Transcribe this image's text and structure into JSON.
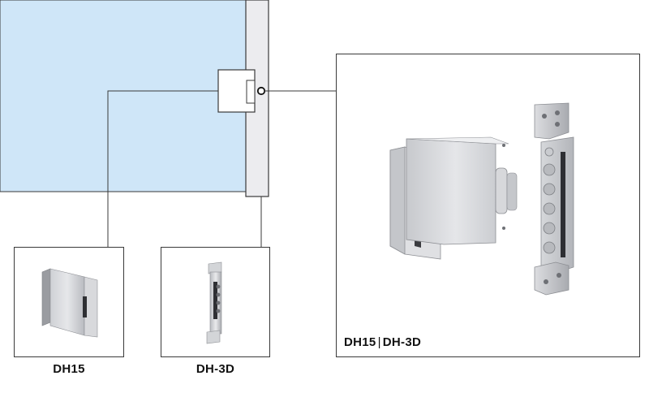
{
  "products": {
    "dh15": {
      "label": "DH15"
    },
    "dh3d": {
      "label": "DH-3D"
    },
    "combined": {
      "label_a": "DH15",
      "separator": "|",
      "label_b": "DH-3D"
    }
  },
  "colors": {
    "glass_fill": "#cfe6f8",
    "frame_fill": "#ececef",
    "outline": "#3a3a3a",
    "metal_light": "#e4e5e8",
    "metal_mid": "#c9cbcf",
    "metal_dark": "#9a9ca1"
  }
}
